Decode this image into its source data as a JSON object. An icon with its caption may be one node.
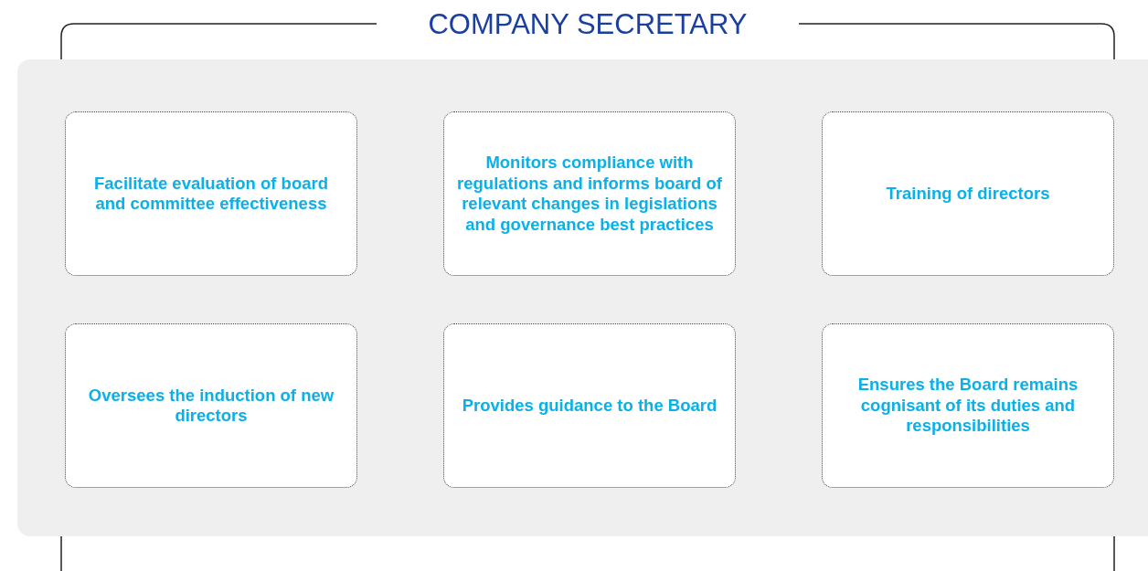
{
  "diagram": {
    "nodes": [
      {
        "text": [
          "COMPANY SECRETARY"
        ]
      },
      {
        "text": [
          "Facilitate evaluation of board and committee effectiveness"
        ],
        "in": 0
      },
      {
        "text": [
          "Monitors compliance with regulations and informs board of relevant changes in legislations and governance best practices"
        ],
        "in": 0
      },
      {
        "text": [
          "Training of directors"
        ],
        "in": 0
      },
      {
        "text": [
          "Oversees the induction of new directors"
        ],
        "in": 0
      },
      {
        "text": [
          "Provides guidance to the Board"
        ],
        "in": 0
      },
      {
        "text": [
          "Ensures the Board remains cognisant of its duties and responsibilities"
        ],
        "in": 0
      }
    ]
  }
}
